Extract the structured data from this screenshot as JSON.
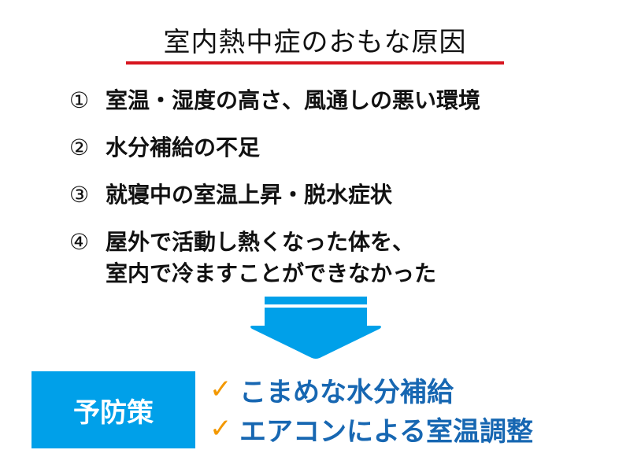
{
  "title": "室内熱中症のおもな原因",
  "causes": [
    {
      "num": "①",
      "text": "室温・湿度の高さ、風通しの悪い環境"
    },
    {
      "num": "②",
      "text": "水分補給の不足"
    },
    {
      "num": "③",
      "text": "就寝中の室温上昇・脱水症状"
    },
    {
      "num": "④",
      "text": "屋外で活動し熱くなった体を、\n室内で冷ますことができなかった"
    }
  ],
  "arrow_icon": "down-arrow-icon",
  "prevention": {
    "label": "予防策",
    "check_icon": "✓",
    "items": [
      "こまめな水分補給",
      "エアコンによる室温調整"
    ]
  },
  "colors": {
    "accent_red": "#d7141e",
    "box_blue": "#00a0e9",
    "text_blue": "#1767b2",
    "check_orange": "#f39800"
  }
}
